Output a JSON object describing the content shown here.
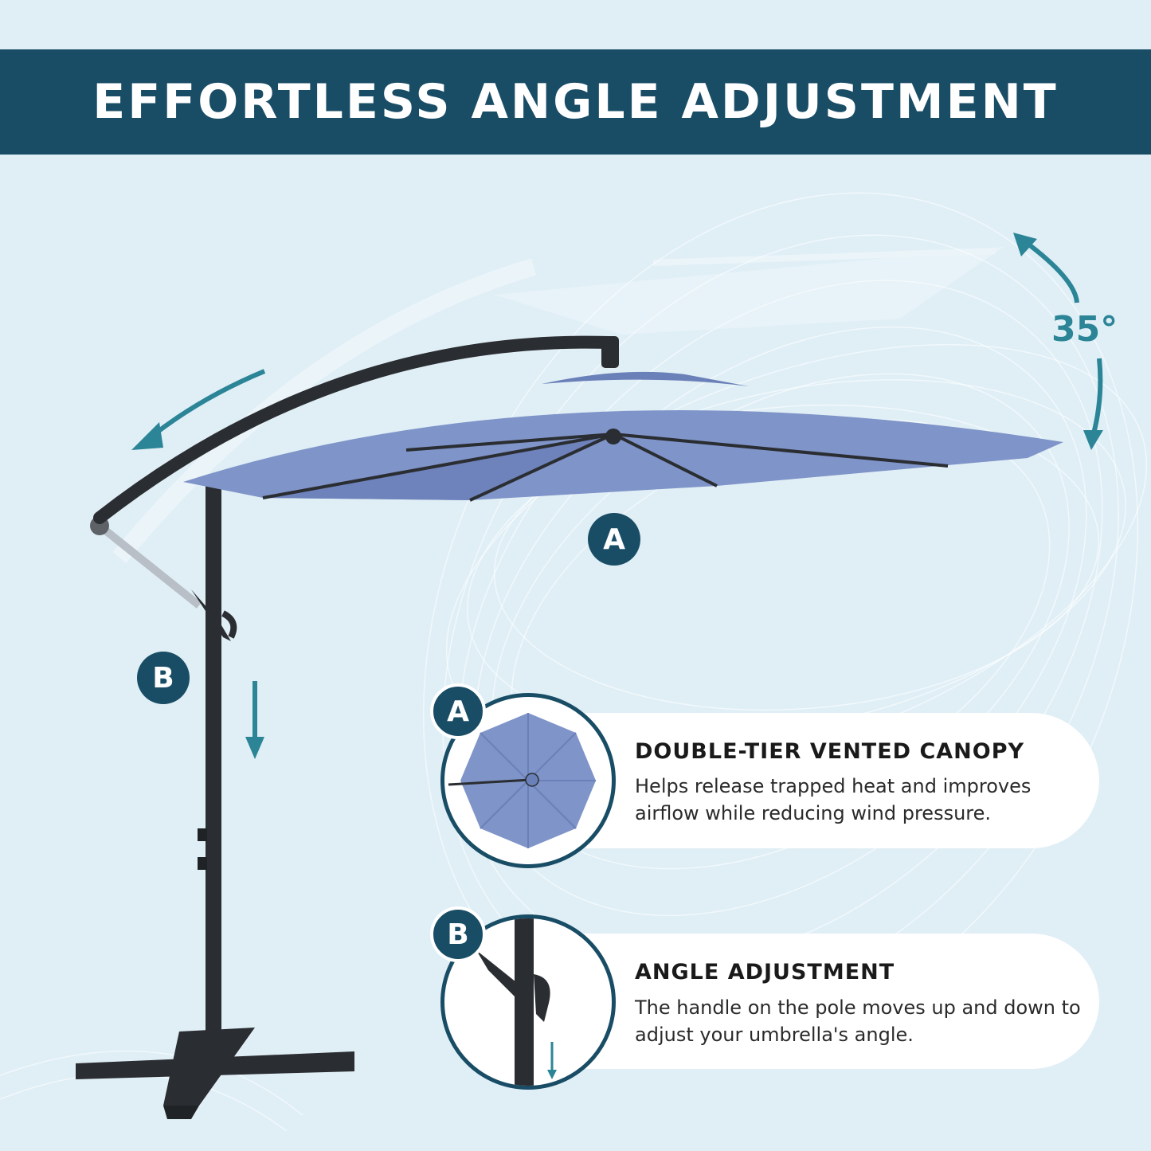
{
  "banner": {
    "title": "EFFORTLESS ANGLE ADJUSTMENT"
  },
  "diagram": {
    "angle_label": "35°",
    "marker_a": "A",
    "marker_b": "B"
  },
  "features": [
    {
      "badge": "A",
      "title": "DOUBLE-TIER VENTED CANOPY",
      "description": "Helps release trapped heat and improves airflow while reducing wind pressure."
    },
    {
      "badge": "B",
      "title": "ANGLE ADJUSTMENT",
      "description": "The handle on the pole moves up and down to adjust your umbrella's angle."
    }
  ],
  "colors": {
    "background": "#e0eff6",
    "banner": "#194d66",
    "accent_arrow": "#2b8597",
    "canopy": "#7f94c8",
    "pole": "#2a2d31"
  }
}
